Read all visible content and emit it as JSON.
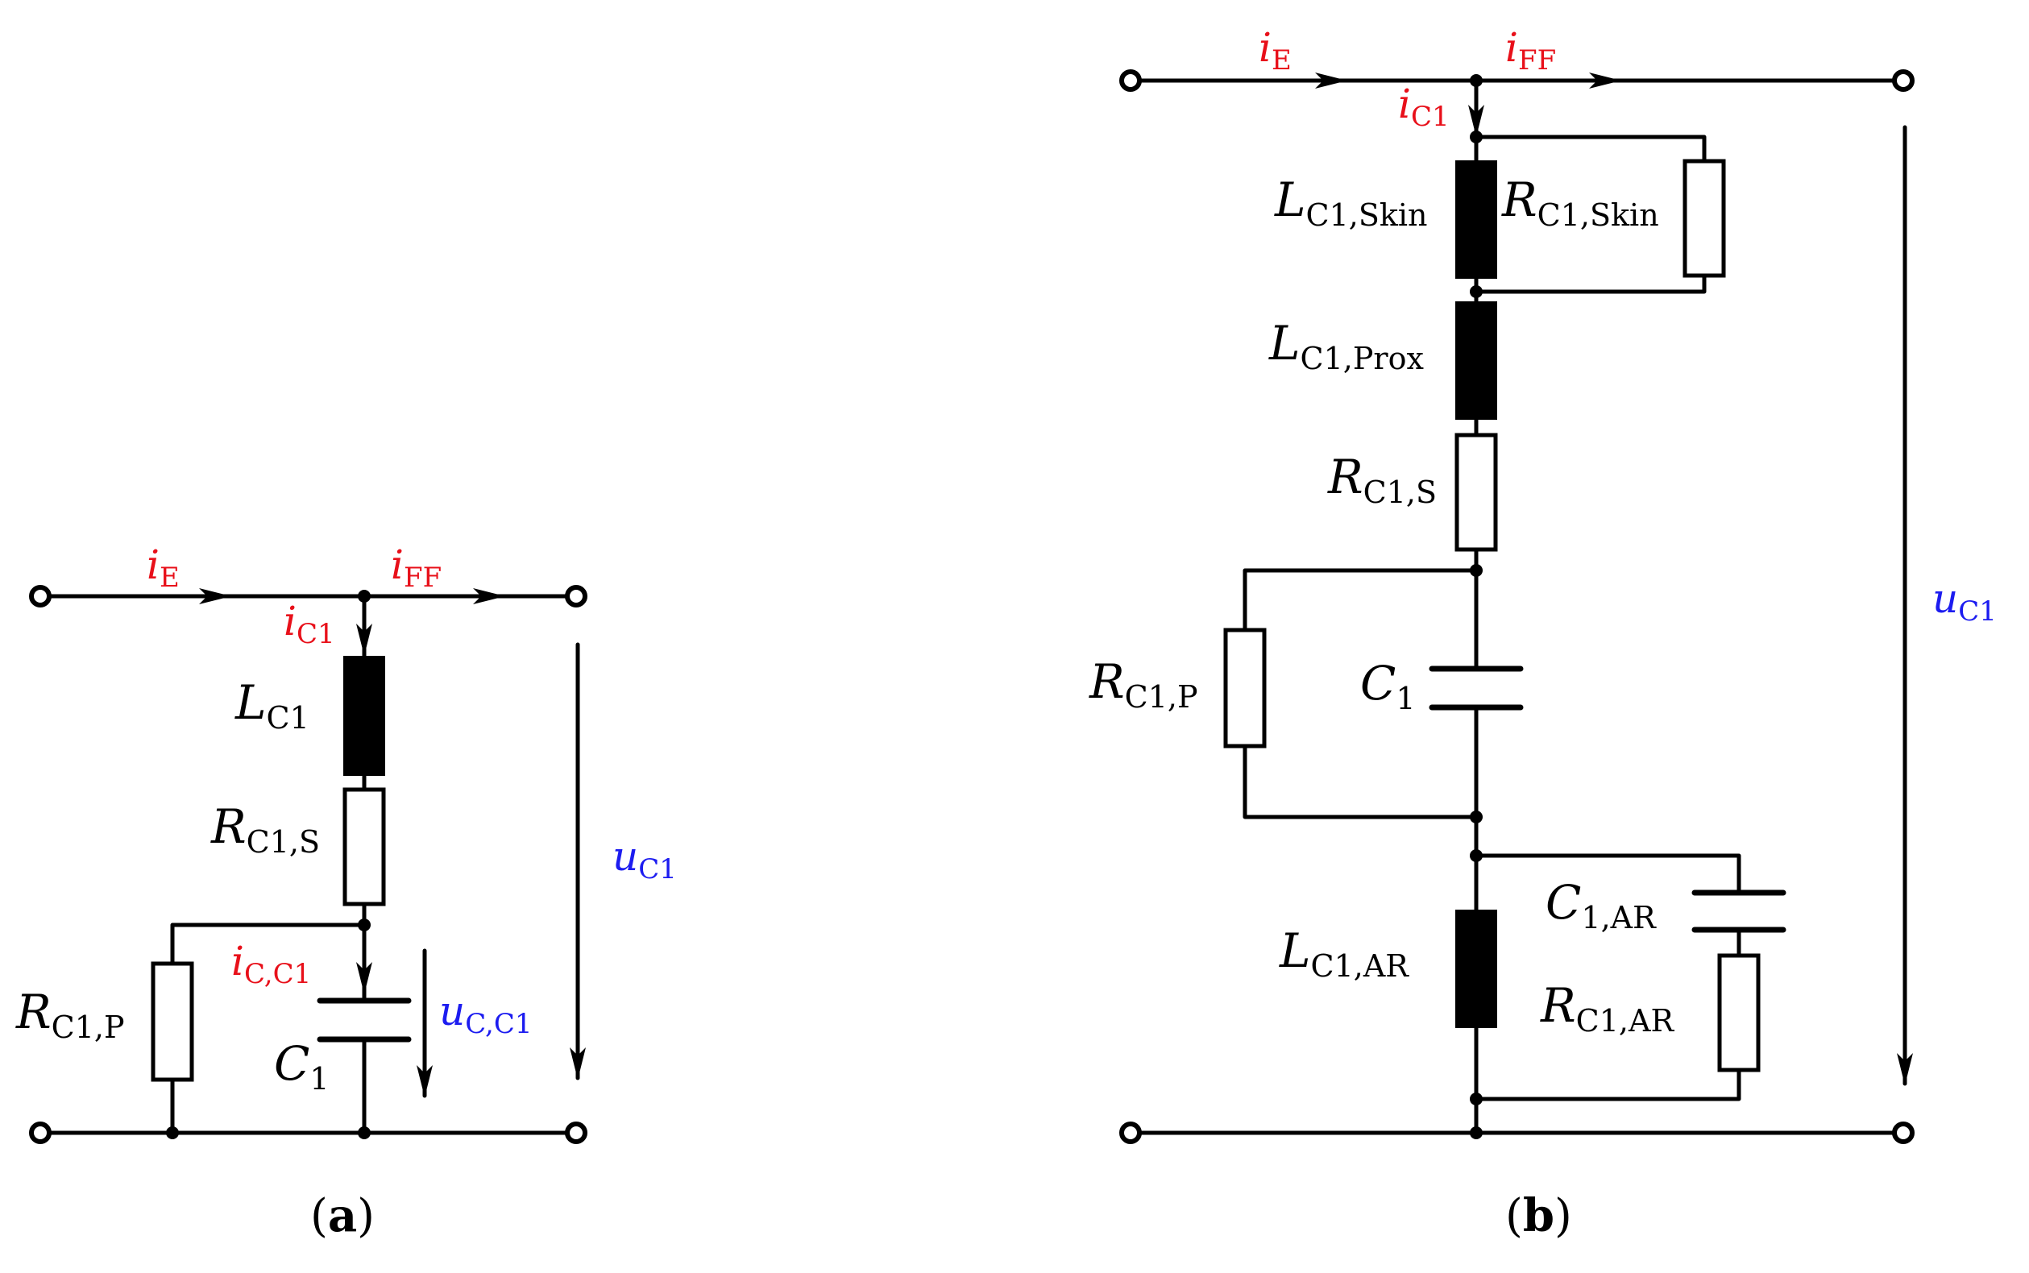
{
  "panel_a": {
    "caption": {
      "open": "(",
      "letter": "a",
      "close": ")"
    },
    "i_E": {
      "main": "i",
      "sub": "E"
    },
    "i_FF": {
      "main": "i",
      "sub": "FF"
    },
    "i_C1": {
      "main": "i",
      "sub": "C1"
    },
    "L_C1": {
      "main": "L",
      "sub": "C1"
    },
    "R_C1_S": {
      "main": "R",
      "sub": "C1,S"
    },
    "R_C1_P": {
      "main": "R",
      "sub": "C1,P"
    },
    "i_C_C1": {
      "main": "i",
      "sub": "C,C1"
    },
    "C_1": {
      "main": "C",
      "sub": "1"
    },
    "u_C_C1": {
      "main": "u",
      "sub": "C,C1"
    },
    "u_C1": {
      "main": "u",
      "sub": "C1"
    }
  },
  "panel_b": {
    "caption": {
      "open": "(",
      "letter": "b",
      "close": ")"
    },
    "i_E": {
      "main": "i",
      "sub": "E"
    },
    "i_FF": {
      "main": "i",
      "sub": "FF"
    },
    "i_C1": {
      "main": "i",
      "sub": "C1"
    },
    "L_C1_Skin": {
      "main": "L",
      "sub": "C1,Skin"
    },
    "R_C1_Skin": {
      "main": "R",
      "sub": "C1,Skin"
    },
    "L_C1_Prox": {
      "main": "L",
      "sub": "C1,Prox"
    },
    "R_C1_S": {
      "main": "R",
      "sub": "C1,S"
    },
    "R_C1_P": {
      "main": "R",
      "sub": "C1,P"
    },
    "C_1": {
      "main": "C",
      "sub": "1"
    },
    "C_1_AR": {
      "main": "C",
      "sub": "1,AR"
    },
    "L_C1_AR": {
      "main": "L",
      "sub": "C1,AR"
    },
    "R_C1_AR": {
      "main": "R",
      "sub": "C1,AR"
    },
    "u_C1": {
      "main": "u",
      "sub": "C1"
    }
  },
  "colors": {
    "current": "#e8101a",
    "voltage": "#1c1cf0",
    "wire": "#000000"
  }
}
